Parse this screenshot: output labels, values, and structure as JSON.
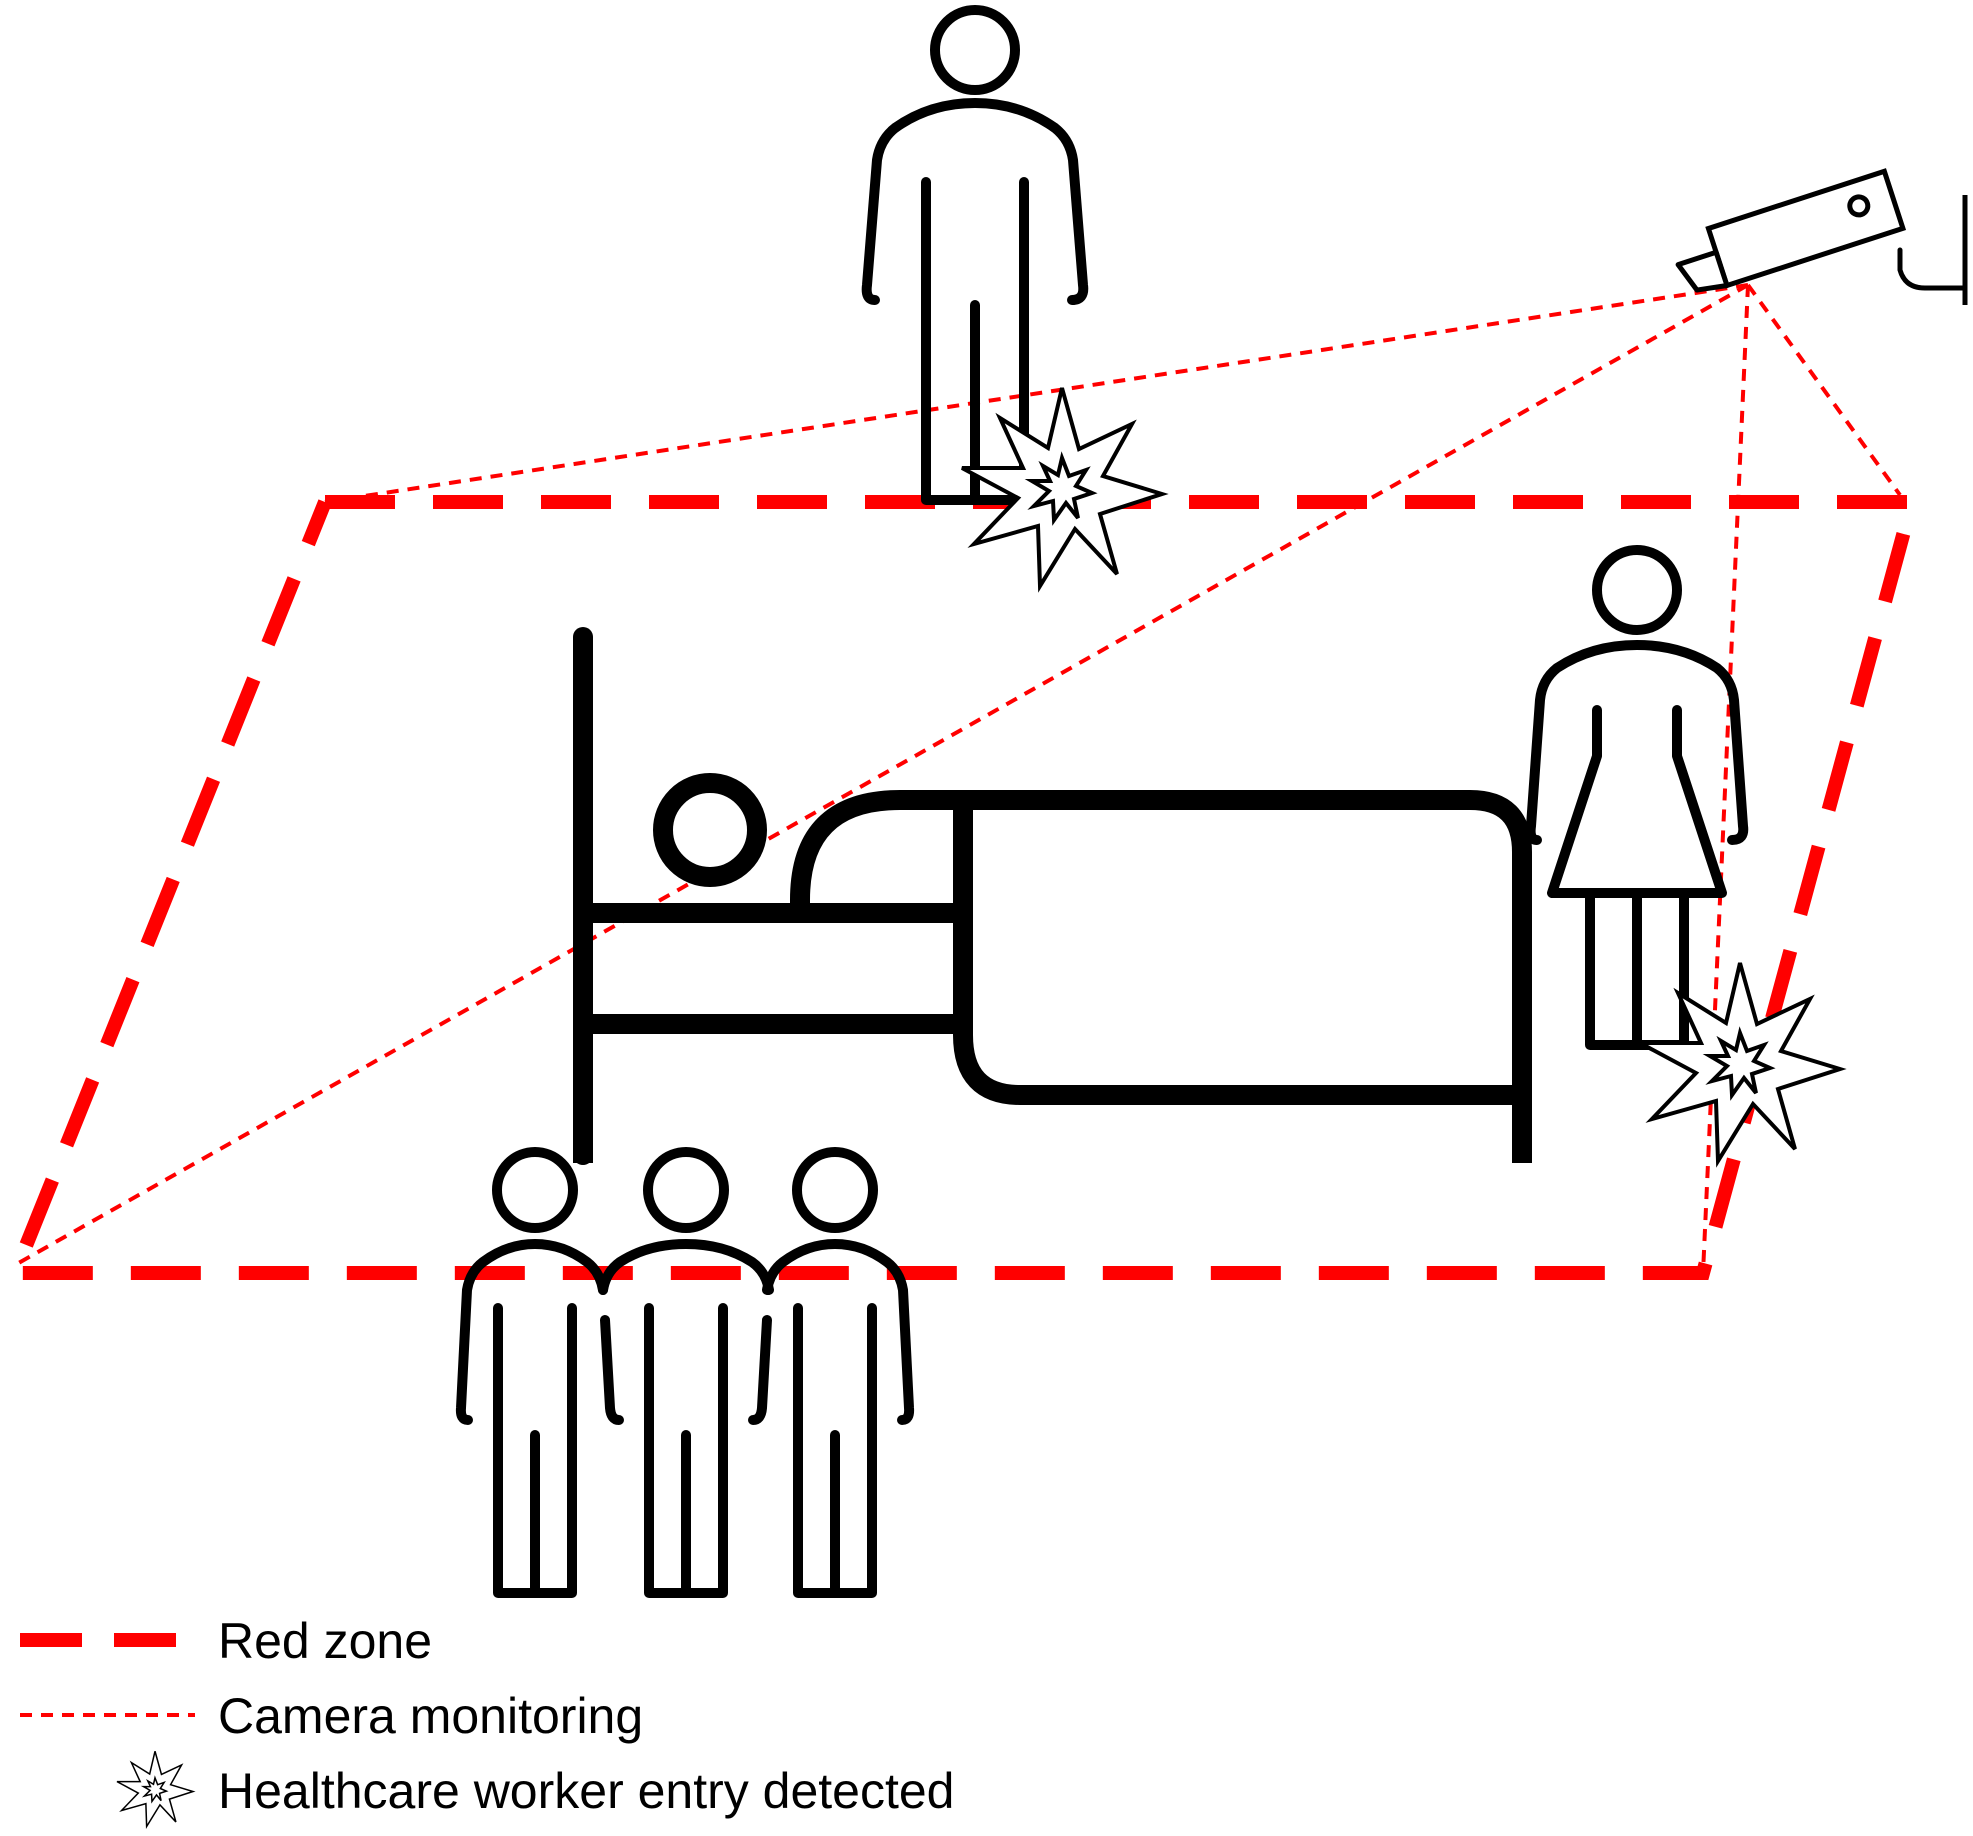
{
  "legend": {
    "red_zone_label": "Red zone",
    "camera_monitoring_label": "Camera monitoring",
    "entry_detected_label": "Healthcare worker entry detected"
  },
  "icons": {
    "camera": "security-camera-icon",
    "bed": "hospital-bed-icon",
    "patient": "patient-icon",
    "worker": "healthcare-worker-icon",
    "burst": "detection-burst-icon"
  },
  "colors": {
    "zone": "#ff0000",
    "line": "#000000",
    "background": "#ffffff"
  }
}
